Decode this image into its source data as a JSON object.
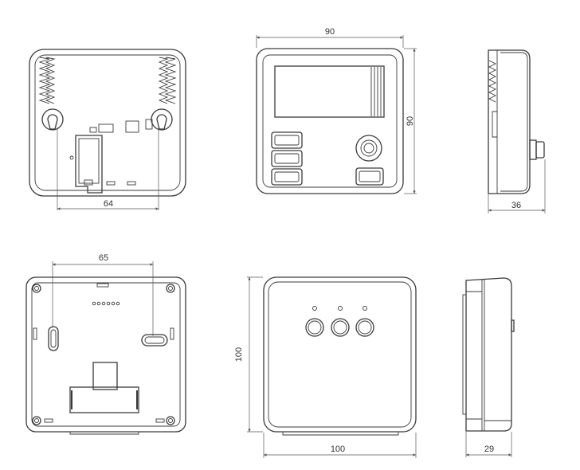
{
  "dimensions": {
    "front_width": "90",
    "front_height": "90",
    "back_mount_spacing": "64",
    "side_depth": "36",
    "receiver_mount_spacing": "65",
    "receiver_height": "100",
    "receiver_width": "100",
    "receiver_depth": "29"
  },
  "colors": {
    "line": "#3a3a3a",
    "background": "#ffffff"
  }
}
